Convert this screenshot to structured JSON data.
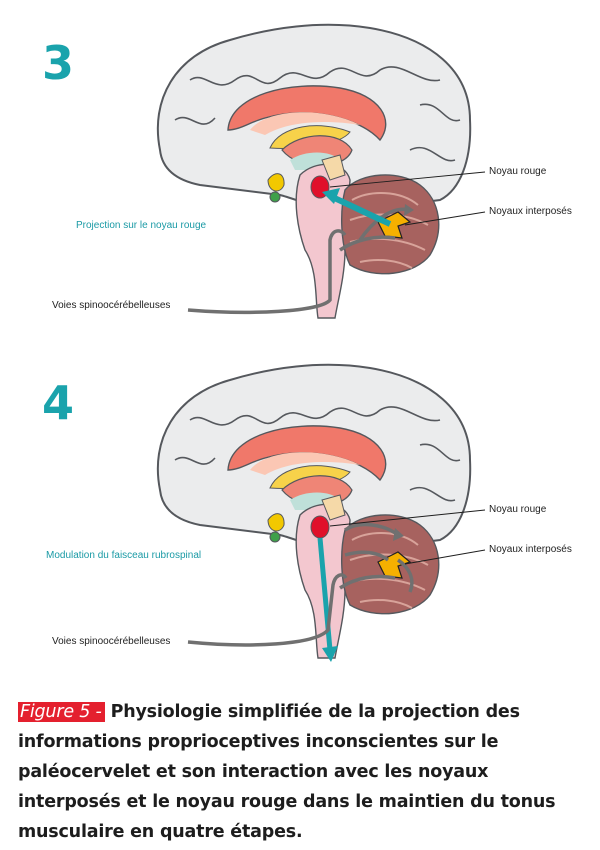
{
  "colors": {
    "accent_teal": "#1aa3ac",
    "figure_red": "#e4202e",
    "red_nucleus": "#e0102a",
    "interposed_nuclei": "#f5b000"
  },
  "panels": [
    {
      "step": "3",
      "side_label": "Projection sur le noyau rouge",
      "labels": {
        "red_nucleus": "Noyau rouge",
        "interposed_nuclei": "Noyaux interposés",
        "spinocerebellar": "Voies spinoocérébelleuses"
      }
    },
    {
      "step": "4",
      "side_label": "Modulation du faisceau rubrospinal",
      "labels": {
        "red_nucleus": "Noyau rouge",
        "interposed_nuclei": "Noyaux interposés",
        "spinocerebellar": "Voies spinoocérébelleuses"
      }
    }
  ],
  "caption": {
    "figure_tag": "Figure 5 -",
    "text": "Physiologie simplifiée de la projection des informations proprioceptives inconscientes sur le paléocervelet et son interaction avec les noyaux interposés et le noyau rouge dans le maintien du tonus musculaire en quatre étapes."
  }
}
